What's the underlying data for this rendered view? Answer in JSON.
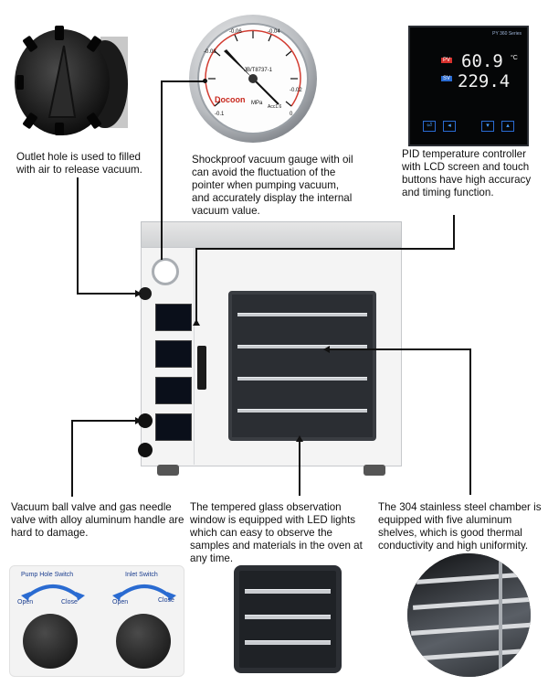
{
  "captions": {
    "outlet": "Outlet hole is used to filled with air to release vacuum.",
    "gauge": "Shockproof vacuum gauge with oil can avoid the fluctuation of the pointer when pumping vacuum, and accurately display the internal vacuum value.",
    "pid": "PID temperature controller with LCD screen and touch buttons have high accuracy and timing function.",
    "valve": "Vacuum ball valve and gas needle valve with alloy aluminum handle are hard to damage.",
    "glass": "The tempered glass observation window is equipped with LED lights which can easy to observe the samples and materials in the oven at any time.",
    "chamber": "The 304 stainless steel chamber is equipped with  five aluminum shelves, which is good thermal conductivity and high uniformity."
  },
  "gauge": {
    "brand": "Docoon",
    "unit": "MPa",
    "model": "JB/T8737-1",
    "accuracy": "Acc1.6",
    "ticks": [
      "-0.1",
      "-0.08",
      "-0.06",
      "-0.04",
      "-0.02",
      "0"
    ]
  },
  "controller": {
    "pv_tag": "PV",
    "sv_tag": "SV",
    "pv_value": "60.9",
    "sv_value": "229.4",
    "unit": "°C",
    "brand": "PY 360 Series"
  },
  "switches": {
    "pump_title": "Pump Hole Switch",
    "inlet_title": "Inlet Switch",
    "open": "Open",
    "close": "Close"
  },
  "colors": {
    "accent_blue": "#2a6bd1",
    "lcd_bg": "#0a0f1a",
    "oven_white": "#f4f4f4"
  }
}
